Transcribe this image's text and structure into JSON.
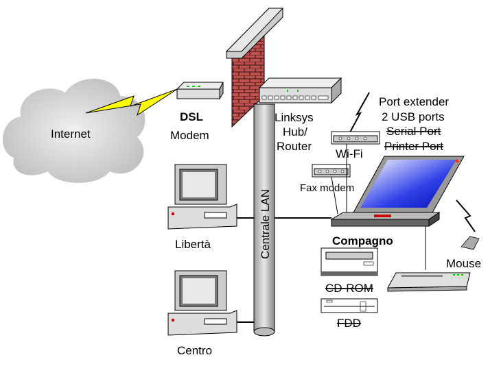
{
  "labels": {
    "internet": "Internet",
    "dsl": "DSL",
    "modem": "Modem",
    "linksys_line1": "Linksys",
    "linksys_line2": "Hub/",
    "linksys_line3": "Router",
    "lan": "Centrale LAN",
    "wifi": "Wi-Fi",
    "fax_modem": "Fax modem",
    "port_extender": "Port extender",
    "usb_ports": "2 USB ports",
    "serial_port": "Serial Port",
    "printer_port": "Printer Port",
    "compagno": "Compagno",
    "mouse": "Mouse",
    "cdrom": "CD-ROM",
    "fdd": "FDD",
    "liberta": "Libertà",
    "centro": "Centro"
  },
  "colors": {
    "brick": "#c0504d",
    "lightning": "#ffff00",
    "screen": "#1f2ee0",
    "led": "#00cc00",
    "device_gray": "#c8c8c8"
  }
}
